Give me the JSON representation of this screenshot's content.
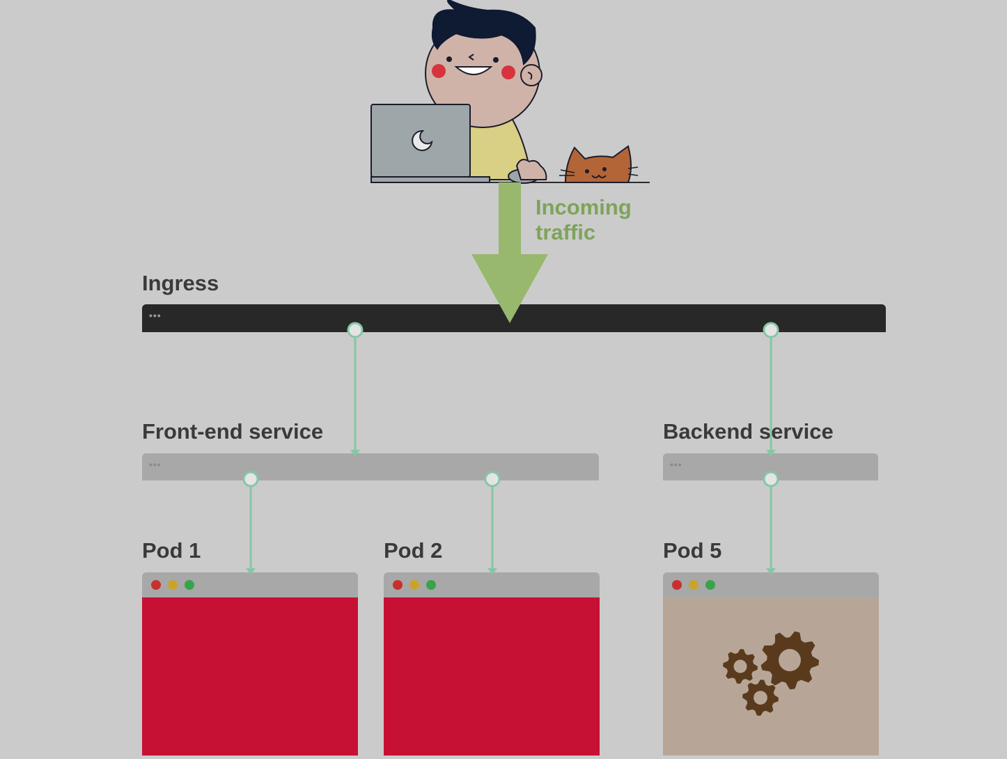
{
  "ingress": {
    "label": "Ingress",
    "dots": "•••"
  },
  "traffic": {
    "line1": "Incoming",
    "line2": "traffic"
  },
  "frontend": {
    "label": "Front-end service",
    "dots": "•••"
  },
  "backend": {
    "label": "Backend service",
    "dots": "•••"
  },
  "pods": [
    {
      "label": "Pod 1"
    },
    {
      "label": "Pod 2"
    },
    {
      "label": "Pod 5"
    }
  ],
  "colors": {
    "background": "#cbcbcb",
    "connector": "#86c6a6",
    "traffic_arrow": "#98b86e",
    "pod_frontend": "#c61134",
    "pod_backend": "#b7a698",
    "gear": "#5a3a1c"
  }
}
